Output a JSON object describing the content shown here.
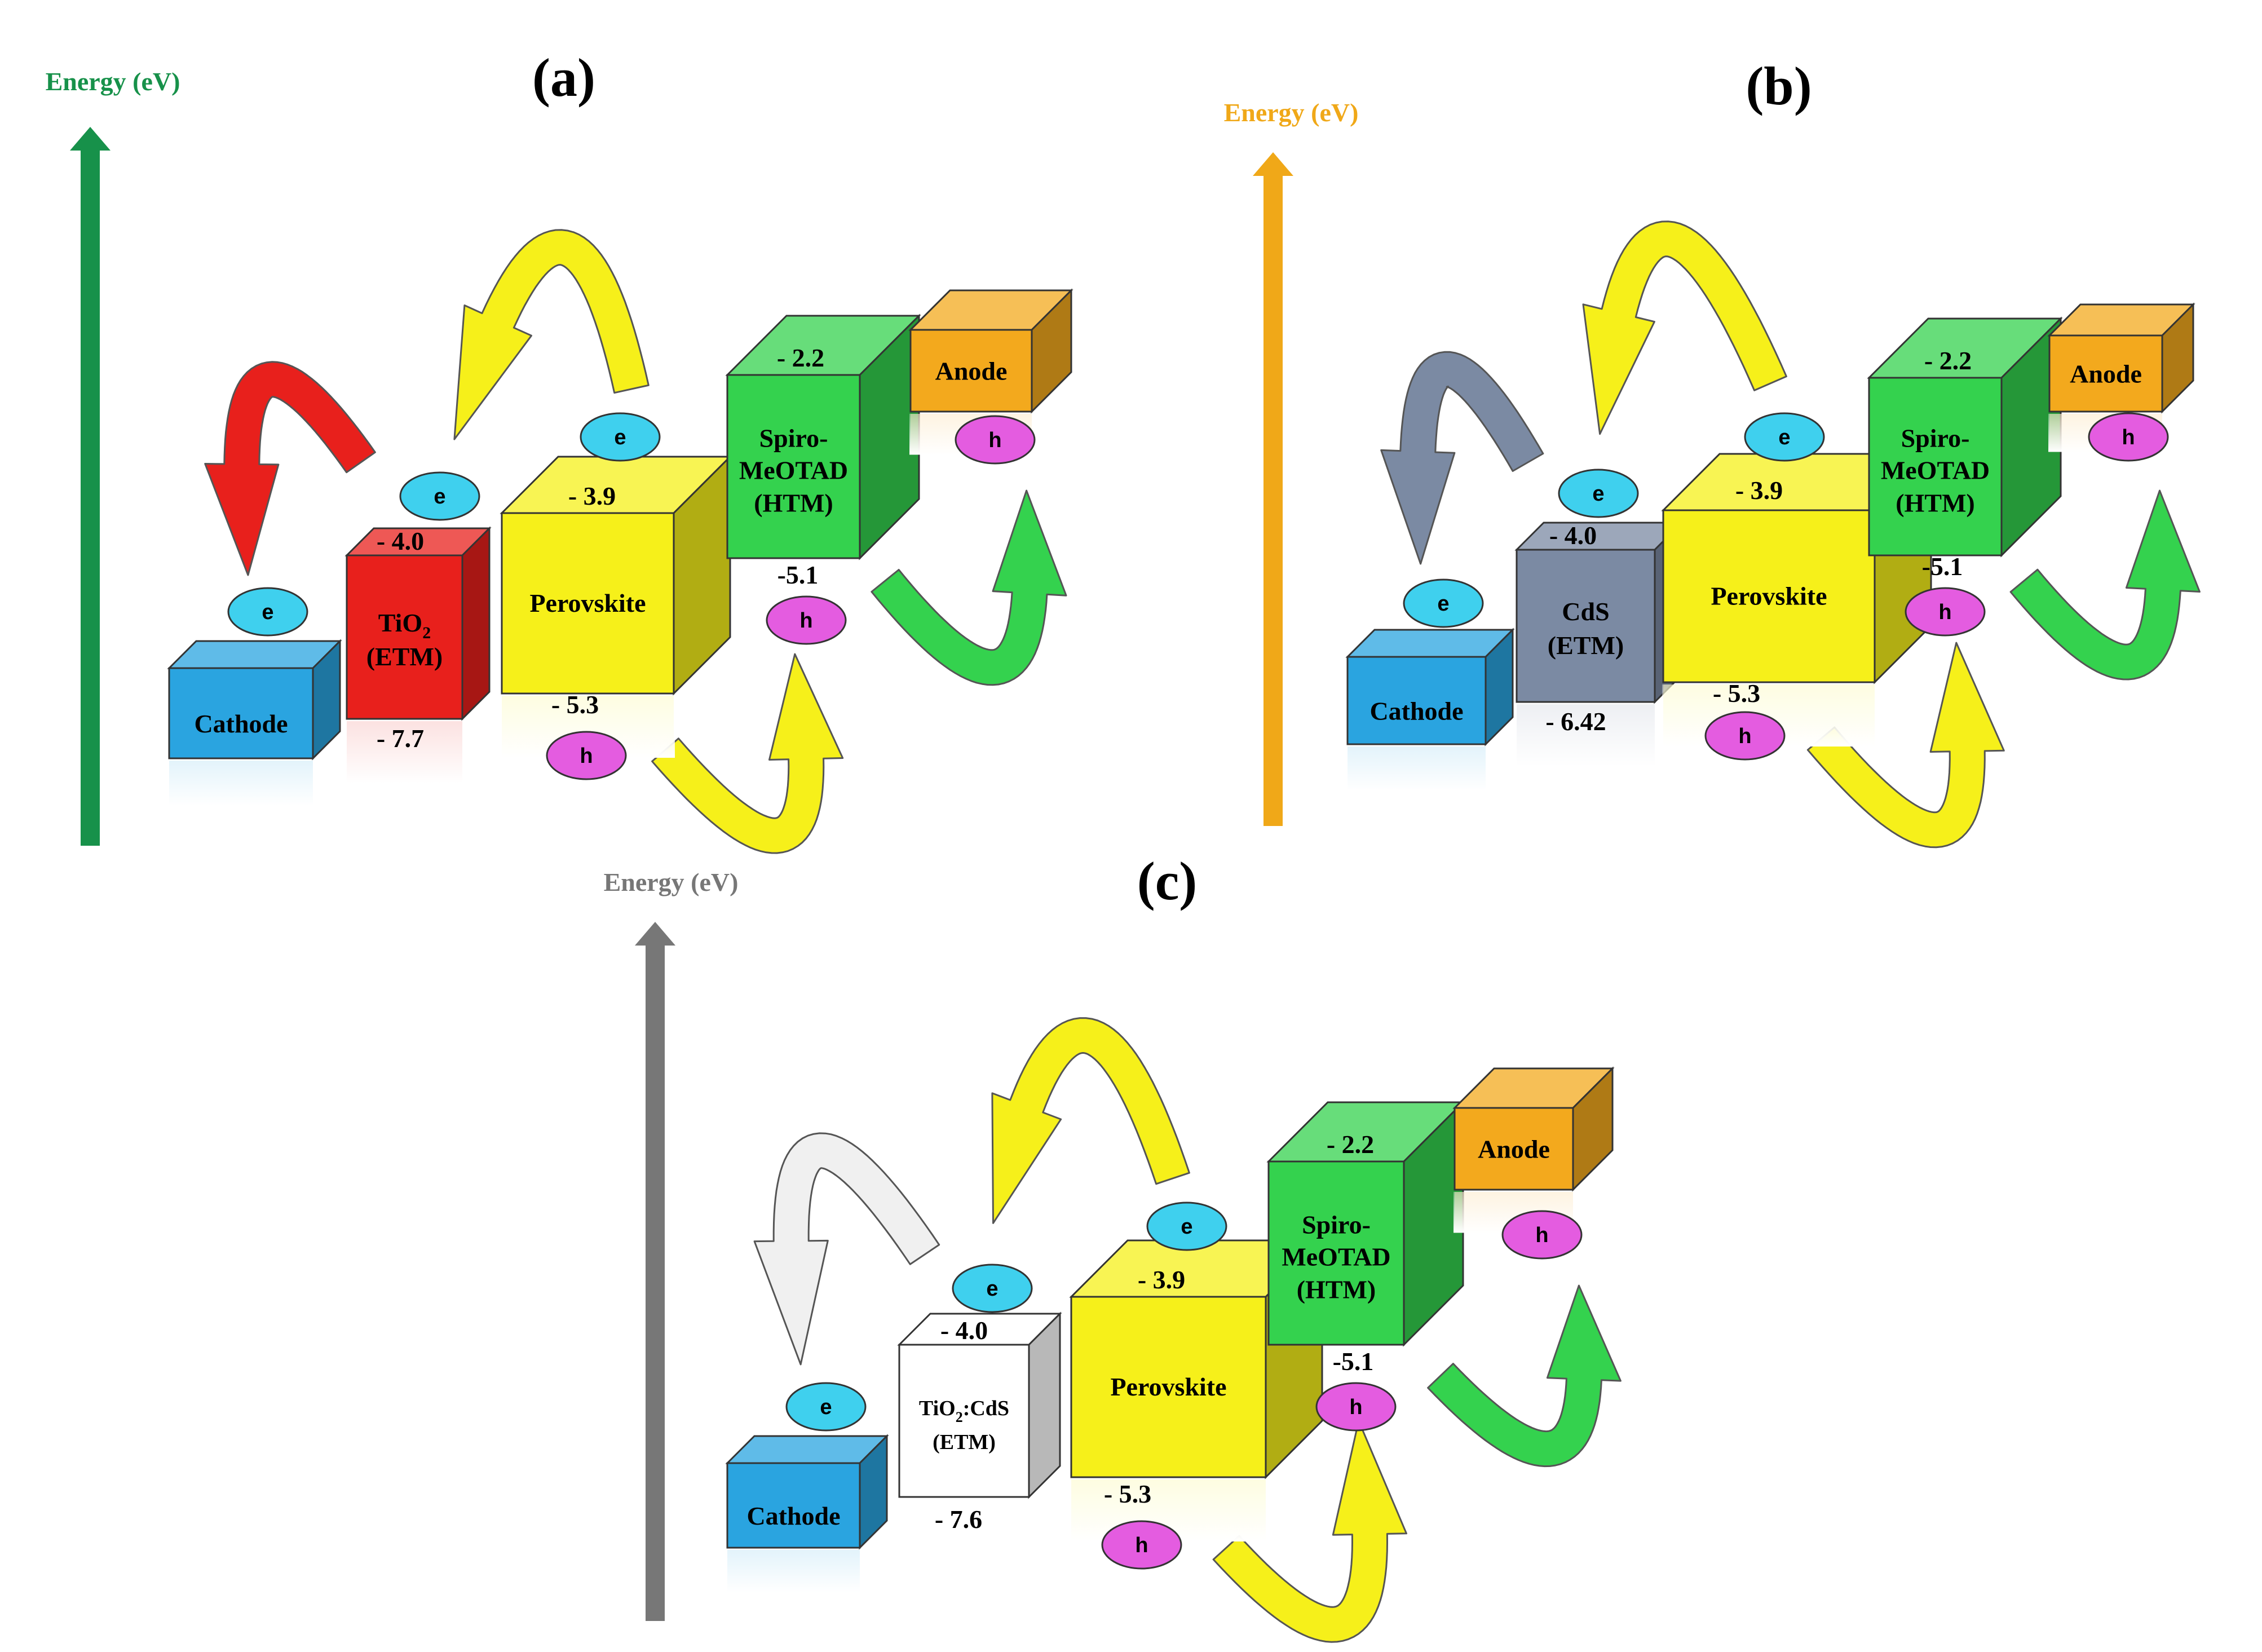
{
  "panels": [
    {
      "label": "(a)",
      "axis_label": "Energy (eV)",
      "axis_color": "#17914a",
      "cathode": "Cathode",
      "etm_line1": "TiO",
      "etm_sub": "2",
      "etm_line2": "(ETM)",
      "etm_color": "#e8201c",
      "etm_top": "- 4.0",
      "etm_bottom": "- 7.7",
      "perovskite": "Perovskite",
      "pero_top": "- 3.9",
      "pero_bottom": "- 5.3",
      "htm_line1": "Spiro-",
      "htm_line2": "MeOTAD",
      "htm_line3": "(HTM)",
      "htm_top": "- 2.2",
      "htm_bottom": "-5.1",
      "anode": "Anode",
      "electron": "e",
      "hole": "h",
      "etm_arrow_color": "#e8201c"
    },
    {
      "label": "(b)",
      "axis_label": "Energy (eV)",
      "axis_color": "#f0a818",
      "cathode": "Cathode",
      "etm_line1": "CdS",
      "etm_sub": "",
      "etm_line2": "(ETM)",
      "etm_color": "#7b8aa3",
      "etm_top": "- 4.0",
      "etm_bottom": "- 6.42",
      "perovskite": "Perovskite",
      "pero_top": "- 3.9",
      "pero_bottom": "- 5.3",
      "htm_line1": "Spiro-",
      "htm_line2": "MeOTAD",
      "htm_line3": "(HTM)",
      "htm_top": "- 2.2",
      "htm_bottom": "-5.1",
      "anode": "Anode",
      "electron": "e",
      "hole": "h",
      "etm_arrow_color": "#7b8aa3"
    },
    {
      "label": "(c)",
      "axis_label": "Energy (eV)",
      "axis_color": "#777777",
      "cathode": "Cathode",
      "etm_line1": "TiO",
      "etm_sub": "2",
      "etm_line1b": ":CdS",
      "etm_line2": "(ETM)",
      "etm_color": "#ffffff",
      "etm_top": "- 4.0",
      "etm_bottom": "- 7.6",
      "perovskite": "Perovskite",
      "pero_top": "- 3.9",
      "pero_bottom": "- 5.3",
      "htm_line1": "Spiro-",
      "htm_line2": "MeOTAD",
      "htm_line3": "(HTM)",
      "htm_top": "- 2.2",
      "htm_bottom": "-5.1",
      "anode": "Anode",
      "electron": "e",
      "hole": "h",
      "etm_arrow_color": "#f0f0f0"
    }
  ],
  "colors": {
    "cathode": "#2aa4e0",
    "perovskite": "#f6f01a",
    "htm": "#34d24e",
    "anode": "#f3a91d",
    "electron": "#3fd0ee",
    "hole": "#e45ce0",
    "arrow_yellow": "#f6f01a",
    "arrow_green": "#34d24e"
  }
}
